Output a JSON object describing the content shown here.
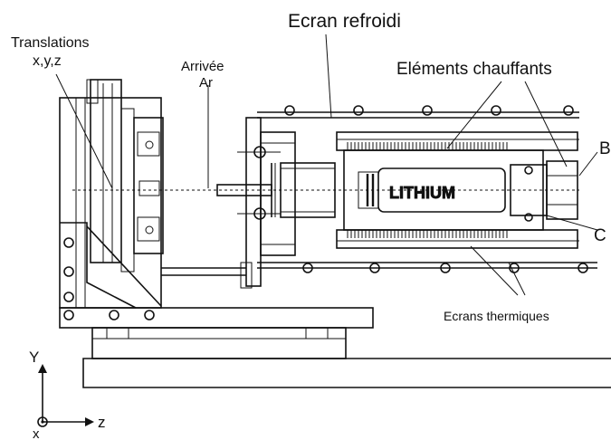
{
  "labels": {
    "ecran_refroidi": "Ecran refroidi",
    "translations_line1": "Translations",
    "translations_line2": "x,y,z",
    "arrivee_line1": "Arrivée",
    "arrivee_line2": "Ar",
    "elements_chauffants": "Eléments chauffants",
    "lithium": "LITHIUM",
    "b": "B",
    "c": "C",
    "ecrans_thermiques": "Ecrans thermiques"
  },
  "axes": {
    "y": "Y",
    "z": "z",
    "x": "x"
  },
  "colors": {
    "ink": "#111111",
    "background": "#ffffff"
  }
}
